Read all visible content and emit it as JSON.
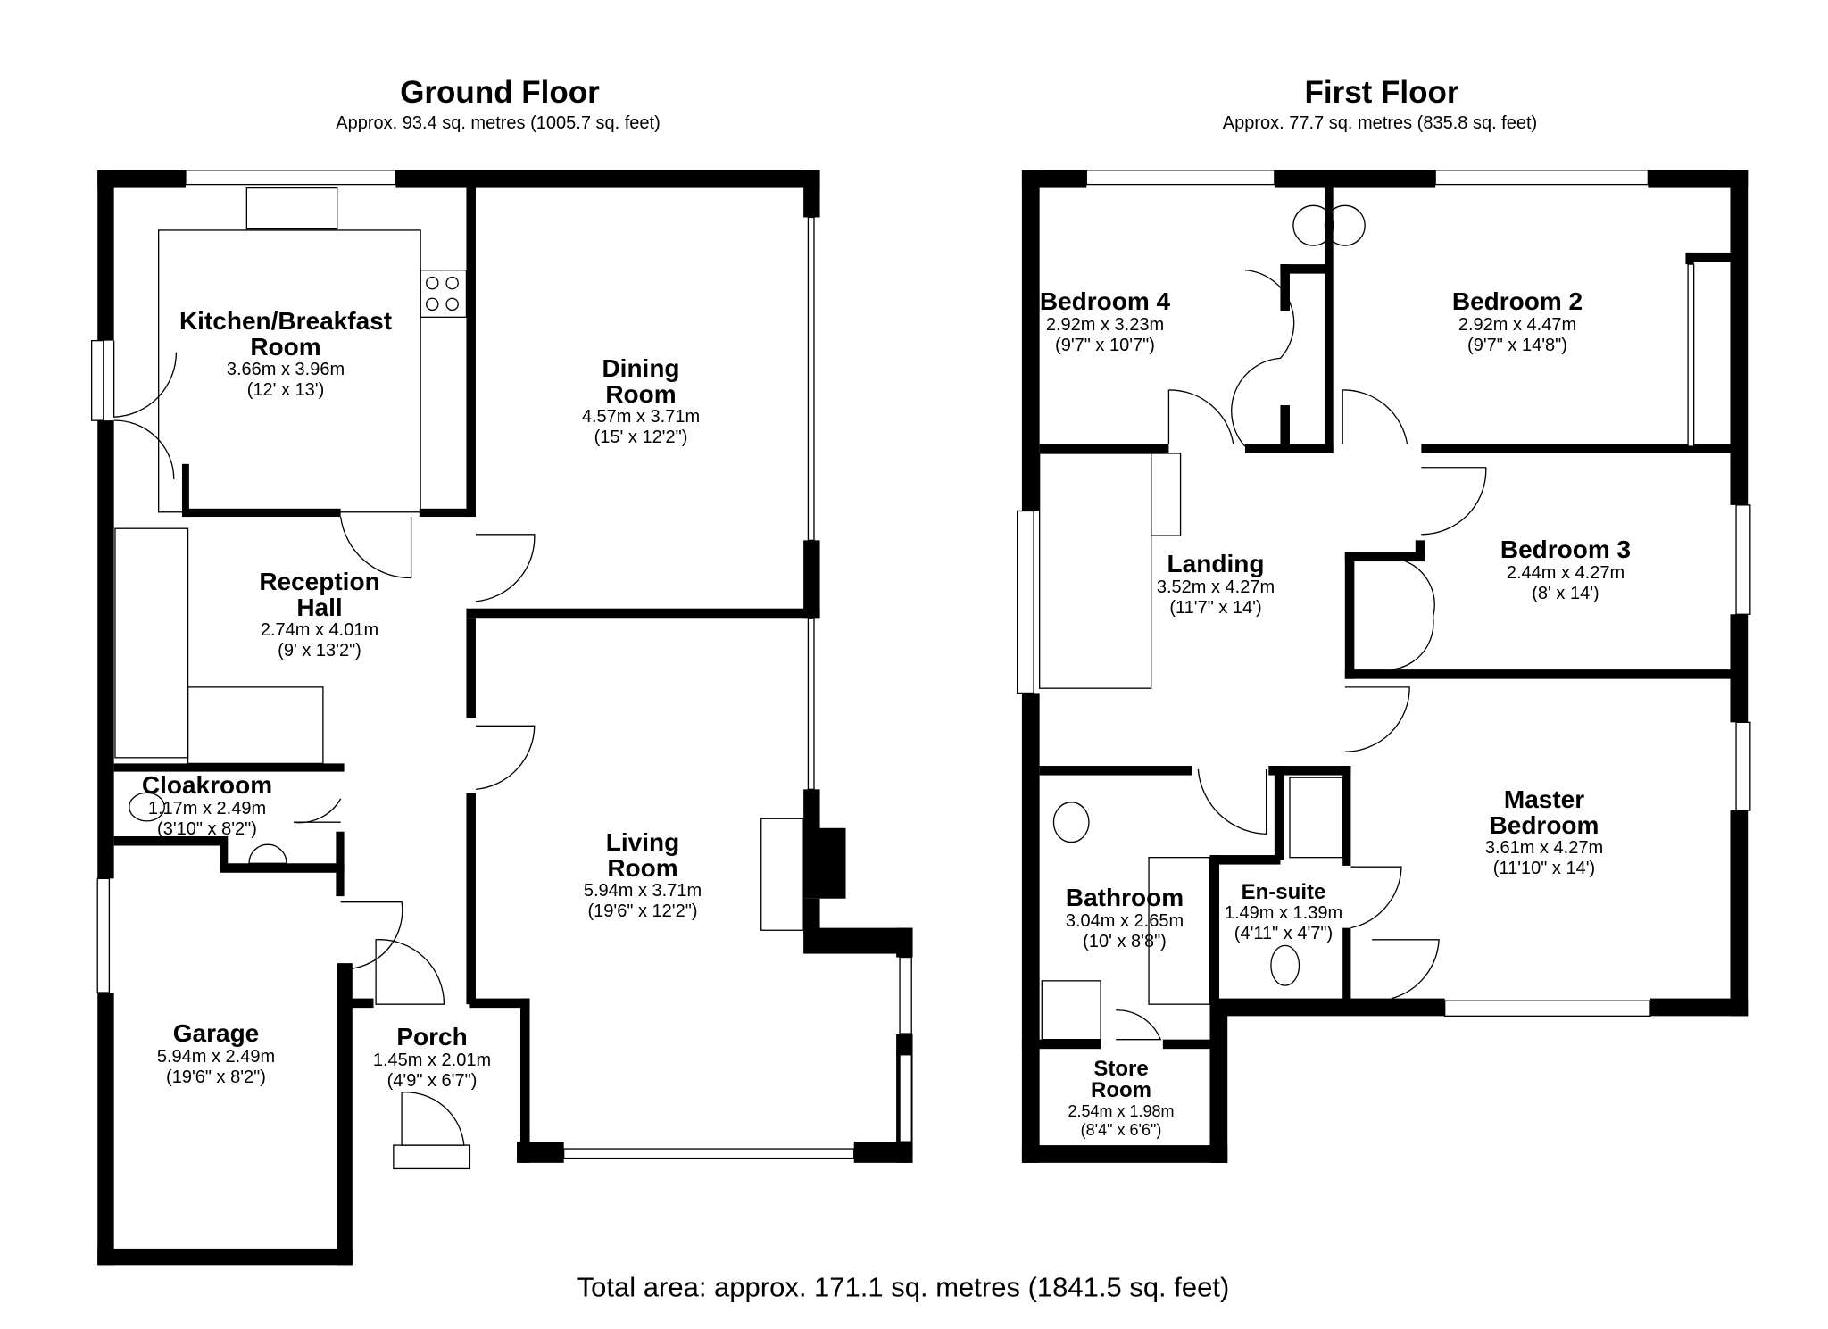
{
  "ground_floor": {
    "title": "Ground Floor",
    "area": "Approx. 93.4 sq. metres (1005.7 sq. feet)",
    "rooms": [
      {
        "name": "Kitchen/Breakfast",
        "name2": "Room",
        "metric": "3.66m x 3.96m",
        "imperial": "(12' x 13')"
      },
      {
        "name": "Dining",
        "name2": "Room",
        "metric": "4.57m x 3.71m",
        "imperial": "(15' x 12'2\")"
      },
      {
        "name": "Reception",
        "name2": "Hall",
        "metric": "2.74m x 4.01m",
        "imperial": "(9' x 13'2\")"
      },
      {
        "name": "Cloakroom",
        "metric": "1.17m x 2.49m",
        "imperial": "(3'10\" x 8'2\")"
      },
      {
        "name": "Living",
        "name2": "Room",
        "metric": "5.94m x 3.71m",
        "imperial": "(19'6\" x 12'2\")"
      },
      {
        "name": "Garage",
        "metric": "5.94m x 2.49m",
        "imperial": "(19'6\" x 8'2\")"
      },
      {
        "name": "Porch",
        "metric": "1.45m x 2.01m",
        "imperial": "(4'9\" x 6'7\")"
      }
    ]
  },
  "first_floor": {
    "title": "First Floor",
    "area": "Approx. 77.7 sq. metres (835.8 sq. feet)",
    "rooms": [
      {
        "name": "Bedroom 4",
        "metric": "2.92m x 3.23m",
        "imperial": "(9'7\" x 10'7\")"
      },
      {
        "name": "Bedroom 2",
        "metric": "2.92m x 4.47m",
        "imperial": "(9'7\" x 14'8\")"
      },
      {
        "name": "Landing",
        "metric": "3.52m x 4.27m",
        "imperial": "(11'7\" x 14')"
      },
      {
        "name": "Bedroom 3",
        "metric": "2.44m x 4.27m",
        "imperial": "(8' x 14')"
      },
      {
        "name": "Master",
        "name2": "Bedroom",
        "metric": "3.61m x 4.27m",
        "imperial": "(11'10\" x 14')"
      },
      {
        "name": "Bathroom",
        "metric": "3.04m x 2.65m",
        "imperial": "(10' x 8'8\")"
      },
      {
        "name": "En-suite",
        "metric": "1.49m x 1.39m",
        "imperial": "(4'11\" x 4'7\")"
      },
      {
        "name": "Store",
        "name2": "Room",
        "metric": "2.54m x 1.98m",
        "imperial": "(8'4\" x 6'6\")"
      }
    ]
  },
  "total_area": "Total area: approx. 171.1 sq. metres (1841.5 sq. feet)",
  "colors": {
    "walls": "#000000",
    "background": "#ffffff"
  }
}
